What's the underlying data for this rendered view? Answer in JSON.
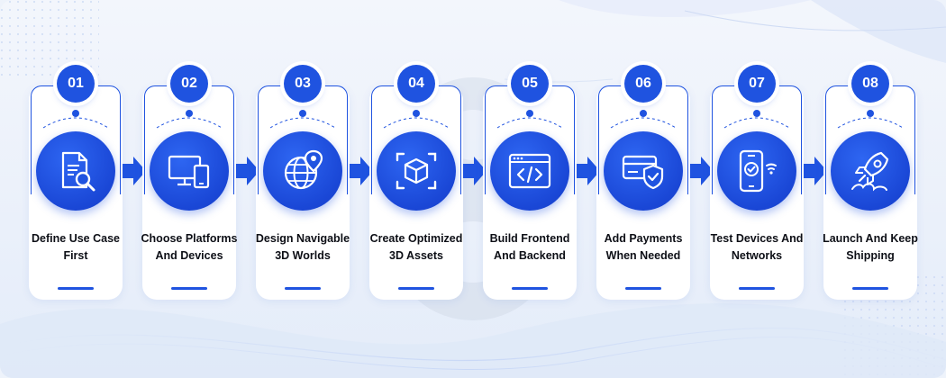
{
  "steps": [
    {
      "number": "01",
      "label": "Define Use Case First",
      "icon": "document-search-icon"
    },
    {
      "number": "02",
      "label": "Choose Platforms And Devices",
      "icon": "devices-icon"
    },
    {
      "number": "03",
      "label": "Design Navigable 3D Worlds",
      "icon": "globe-location-icon"
    },
    {
      "number": "04",
      "label": "Create Optimized 3D Assets",
      "icon": "cube-focus-icon"
    },
    {
      "number": "05",
      "label": "Build Frontend And Backend",
      "icon": "code-window-icon"
    },
    {
      "number": "06",
      "label": "Add Payments When Needed",
      "icon": "card-shield-icon"
    },
    {
      "number": "07",
      "label": "Test Devices And Networks",
      "icon": "phone-check-wifi-icon"
    },
    {
      "number": "08",
      "label": "Launch And Keep Shipping",
      "icon": "rocket-icon"
    }
  ],
  "colors": {
    "accent": "#1f53e0",
    "text": "#0d0f16",
    "card": "#ffffff"
  }
}
